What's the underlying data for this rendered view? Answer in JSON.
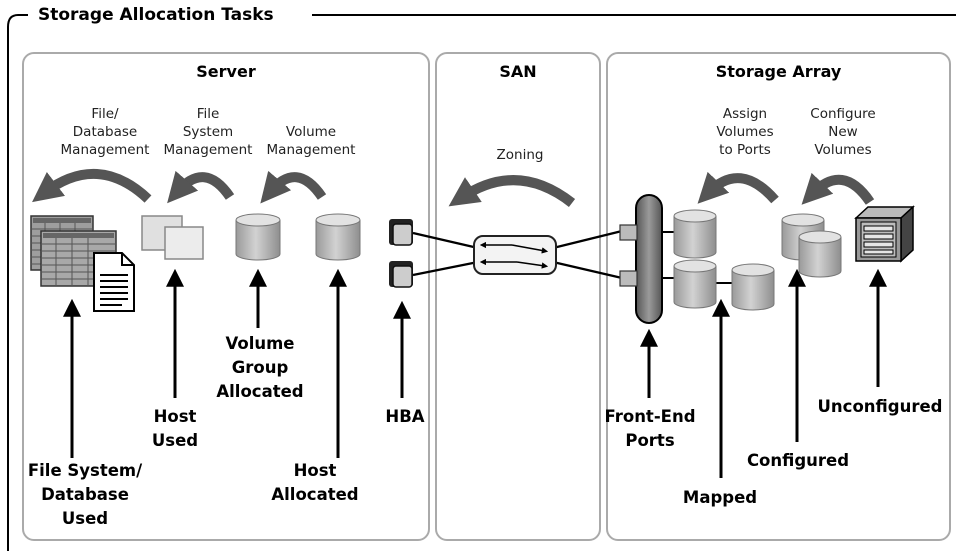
{
  "title": "Storage Allocation Tasks",
  "panels": {
    "server": "Server",
    "san": "SAN",
    "storage_array": "Storage Array"
  },
  "tasks": {
    "file_db_mgmt": [
      "File/",
      "Database",
      "Management"
    ],
    "fs_mgmt": [
      "File",
      "System",
      "Management"
    ],
    "volume_mgmt": [
      "Volume",
      "Management"
    ],
    "zoning": [
      "Zoning"
    ],
    "assign_volumes": [
      "Assign",
      "Volumes",
      "to Ports"
    ],
    "configure_volumes": [
      "Configure",
      "New",
      "Volumes"
    ]
  },
  "labels": {
    "fs_db_used": [
      "File System/",
      "Database",
      "Used"
    ],
    "host_used": [
      "Host",
      "Used"
    ],
    "vg_allocated": [
      "Volume",
      "Group",
      "Allocated"
    ],
    "host_allocated": [
      "Host",
      "Allocated"
    ],
    "hba": [
      "HBA"
    ],
    "front_end_ports": [
      "Front-End",
      "Ports"
    ],
    "mapped": [
      "Mapped"
    ],
    "configured": [
      "Configured"
    ],
    "unconfigured": [
      "Unconfigured"
    ]
  }
}
